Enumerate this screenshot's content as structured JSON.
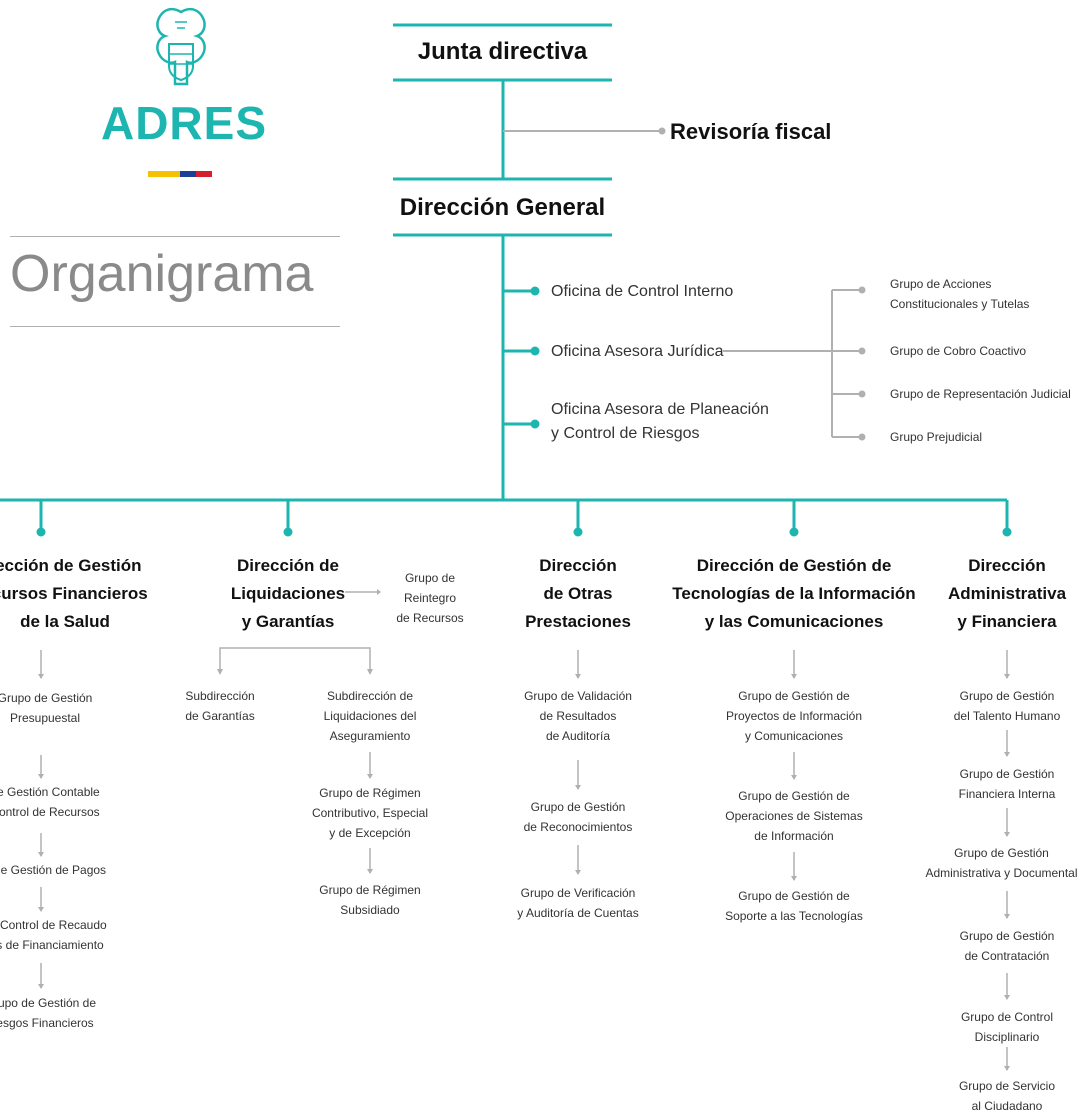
{
  "colors": {
    "teal": "#1db5b0",
    "gray": "#b0b0b0",
    "flag_yellow": "#f6c200",
    "flag_blue": "#1c3f9a",
    "flag_red": "#d51f2f"
  },
  "logo": {
    "name": "ADRES",
    "emblem_icon": "coat-of-arms-icon"
  },
  "heading": "Organigrama",
  "junta": "Junta directiva",
  "revisoria": "Revisoría fiscal",
  "direccion_general": "Dirección General",
  "offices": [
    "Oficina de Control Interno",
    "Oficina Asesora Jurídica",
    "Oficina Asesora de Planeación\ny Control de Riesgos"
  ],
  "juridica_groups": [
    "Grupo de Acciones\nConstitucionales y Tutelas",
    "Grupo de Cobro Coactivo",
    "Grupo de Representación Judicial",
    "Grupo Prejudicial"
  ],
  "directions": [
    {
      "title": "rección de Gestión\necursos Financieros\nde la Salud",
      "groups": [
        "Grupo de Gestión\nPresupuestal",
        "de Gestión Contable\nControl de Recursos",
        "o de Gestión de Pagos",
        "de Control de Recaudo\ntes de Financiamiento",
        "rupo de Gestión de\nesgos Financieros"
      ]
    },
    {
      "title": "Dirección de\nLiquidaciones\ny Garantías",
      "side_group": "Grupo de\nReintegro\nde Recursos",
      "sub_left": "Subdirección\nde Garantías",
      "sub_right": "Subdirección de\nLiquidaciones del\nAseguramiento",
      "groups": [
        "Grupo de Régimen\nContributivo, Especial\ny de Excepción",
        "Grupo de Régimen\nSubsidiado"
      ]
    },
    {
      "title": "Dirección\nde Otras\nPrestaciones",
      "groups": [
        "Grupo de Validación\nde Resultados\nde Auditoría",
        "Grupo de Gestión\nde Reconocimientos",
        "Grupo de Verificación\ny Auditoría de Cuentas"
      ]
    },
    {
      "title": "Dirección de Gestión de\nTecnologías de la Información\ny las Comunicaciones",
      "groups": [
        "Grupo de Gestión de\nProyectos de Información\ny Comunicaciones",
        "Grupo de Gestión de\nOperaciones de Sistemas\nde Información",
        "Grupo de Gestión de\nSoporte a las Tecnologías"
      ]
    },
    {
      "title": "Dirección\nAdministrativa\ny Financiera",
      "groups": [
        "Grupo de Gestión\ndel Talento Humano",
        "Grupo de Gestión\nFinanciera Interna",
        "Grupo de Gestión\nAdministrativa y Documental",
        "Grupo de Gestión\nde Contratación",
        "Grupo de Control\nDisciplinario",
        "Grupo de Servicio\nal Ciudadano"
      ]
    }
  ]
}
